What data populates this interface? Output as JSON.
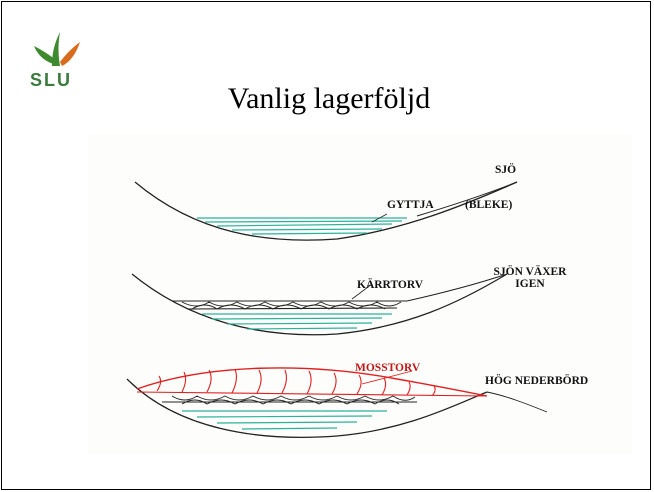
{
  "slide": {
    "logo_text": "SLU",
    "title": "Vanlig lagerföljd"
  },
  "diagram": {
    "labels": {
      "sjo": "SJÖ",
      "gyttja": "GYTTJA",
      "bleke": "(BLEKE)",
      "karrtorv": "KÄRRTORV",
      "sjon_vaxer_line1": "SJÖN VÄXER",
      "sjon_vaxer_line2": "IGEN",
      "mosstorv": "MOSSTORV",
      "hog_nederbord": "HÖG NEDERBÖRD"
    },
    "colors": {
      "line": "#222222",
      "gyttja": "#2bb39a",
      "mosstorv": "#e02020",
      "background": "#fdfdfb"
    }
  }
}
